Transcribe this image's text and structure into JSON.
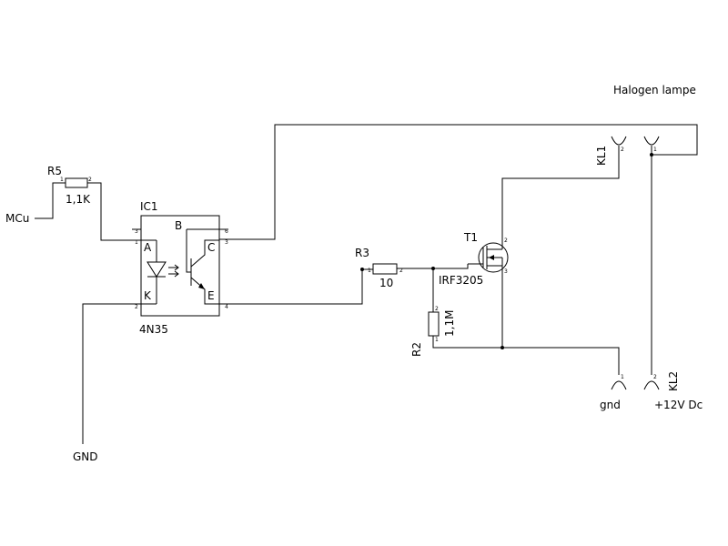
{
  "labels": {
    "halogen": "Halogen lampe",
    "r5_name": "R5",
    "r5_value": "1,1K",
    "mcu": "MCu",
    "ic1_name": "IC1",
    "ic1_part": "4N35",
    "pin_b": "B",
    "pin_a": "A",
    "pin_c": "C",
    "pin_k": "K",
    "pin_e": "E",
    "gnd_left": "GND",
    "r3_name": "R3",
    "r3_value": "10",
    "t1_name": "T1",
    "t1_part": "IRF3205",
    "r2_name": "R2",
    "r2_value": "1,1M",
    "kl1": "KL1",
    "kl2": "KL2",
    "gnd_right": "gnd",
    "supply": "+12V Dc"
  },
  "pins": {
    "one": "1",
    "two": "2",
    "three": "3",
    "four": "4",
    "six": "6"
  }
}
